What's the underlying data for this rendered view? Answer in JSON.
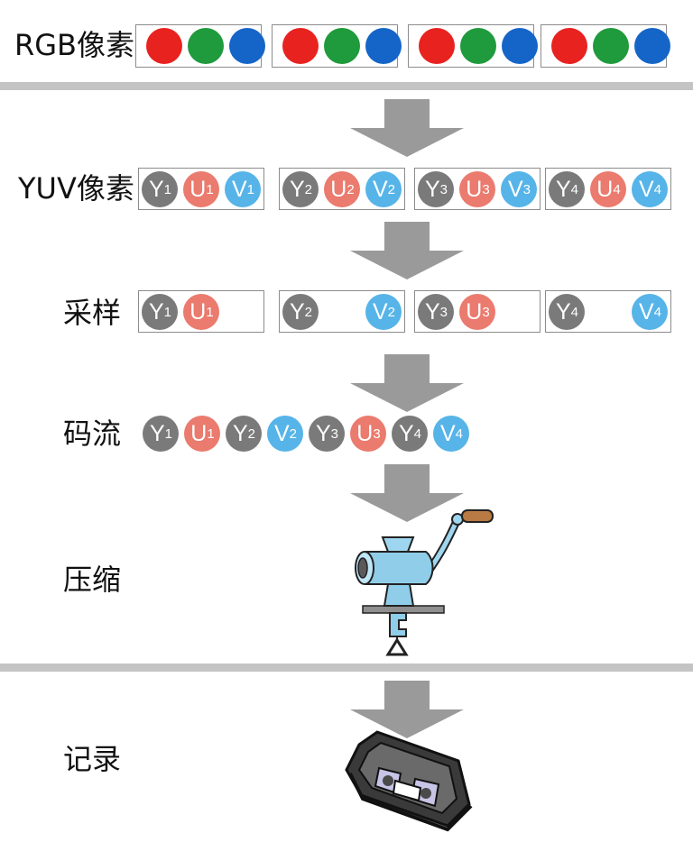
{
  "colors": {
    "red": "#e8221f",
    "green": "#1f9a3c",
    "blue": "#1565c8",
    "Y": "#7a7a7a",
    "U": "#ea7b6e",
    "V": "#56b4e8",
    "arrow": "#9a9a9a",
    "separator": "#c4c4c4"
  },
  "rows": {
    "rgb": {
      "label": "RGB像素"
    },
    "yuv": {
      "label": "YUV像素"
    },
    "sampling": {
      "label": "采样"
    },
    "stream": {
      "label": "码流"
    },
    "compress": {
      "label": "压缩",
      "icon": "meat-grinder-icon"
    },
    "record": {
      "label": "记录",
      "icon": "videotape-icon"
    }
  },
  "yuv_groups": [
    {
      "Y": "1",
      "U": "1",
      "V": "1"
    },
    {
      "Y": "2",
      "U": "2",
      "V": "2"
    },
    {
      "Y": "3",
      "U": "3",
      "V": "3"
    },
    {
      "Y": "4",
      "U": "4",
      "V": "4"
    }
  ],
  "sampling_groups": [
    [
      "Y1",
      "U1"
    ],
    [
      "Y2",
      "V2"
    ],
    [
      "Y3",
      "U3"
    ],
    [
      "Y4",
      "V4"
    ]
  ],
  "stream_sequence": [
    "Y1",
    "U1",
    "Y2",
    "V2",
    "Y3",
    "U3",
    "Y4",
    "V4"
  ]
}
